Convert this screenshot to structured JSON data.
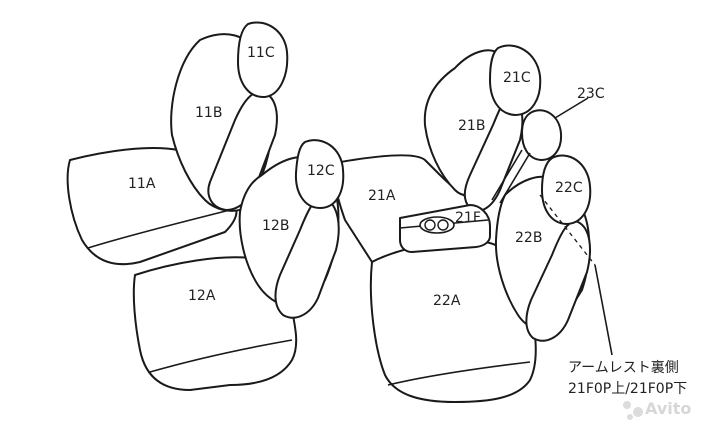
{
  "labels": {
    "p11C": "11C",
    "p11B": "11B",
    "p11A": "11A",
    "p12C": "12C",
    "p12B": "12B",
    "p12A": "12A",
    "p21C": "21C",
    "p21B": "21B",
    "p21A": "21A",
    "p21F": "21F",
    "p23C": "23C",
    "p22C": "22C",
    "p22B": "22B",
    "p22A": "22A"
  },
  "note": {
    "line1": "アームレスト裏側",
    "line2": "21F0P上/21F0P下"
  },
  "watermark": "Avito"
}
